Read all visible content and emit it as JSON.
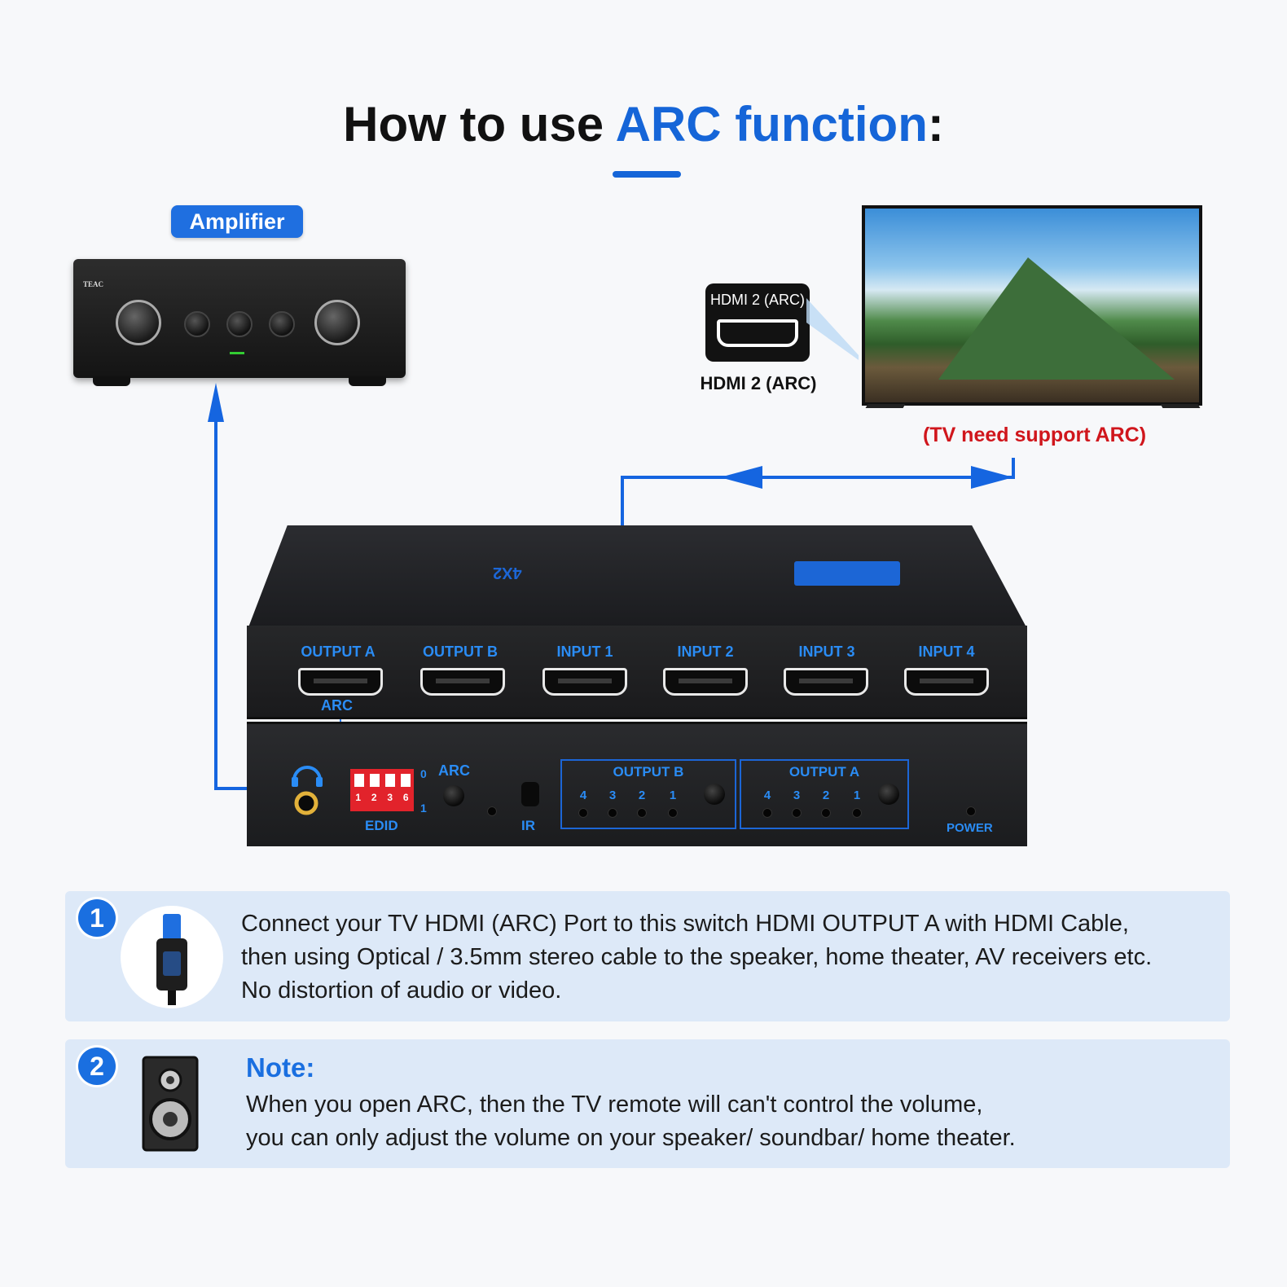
{
  "title": {
    "prefix": "How to use ",
    "highlight": "ARC function",
    "suffix": ":"
  },
  "amplifier": {
    "label": "Amplifier",
    "brand": "TEAC"
  },
  "tv": {
    "port_badge": "HDMI 2 (ARC)",
    "port_caption": "HDMI 2 (ARC)",
    "note": "(TV need support ARC)"
  },
  "switch": {
    "ports": [
      "OUTPUT A",
      "OUTPUT B",
      "INPUT 1",
      "INPUT 2",
      "INPUT 3",
      "INPUT 4"
    ],
    "arc_label": "ARC",
    "back": {
      "edid": "EDID",
      "arc": "ARC",
      "ir": "IR",
      "output_b": "OUTPUT B",
      "output_a": "OUTPUT A",
      "power": "POWER",
      "dip_numbers": [
        "1",
        "2",
        "3",
        "6"
      ],
      "dip_zero": "0",
      "dip_one": "1",
      "led_numbers": [
        "4",
        "3",
        "2",
        "1"
      ]
    }
  },
  "steps": [
    {
      "num": "1",
      "lines": [
        "Connect your TV HDMI (ARC) Port to this switch HDMI OUTPUT A with HDMI Cable,",
        "then using Optical / 3.5mm stereo cable to the speaker, home theater, AV receivers etc.",
        "No distortion of audio or video."
      ]
    },
    {
      "num": "2",
      "title": "Note:",
      "lines": [
        "When you open ARC, then the TV remote will can't control the volume,",
        "you can only adjust the volume on your speaker/ soundbar/ home theater."
      ]
    }
  ],
  "colors": {
    "accent": "#1565d8",
    "note_red": "#d0161c",
    "panel_bg": "#dde9f8"
  }
}
